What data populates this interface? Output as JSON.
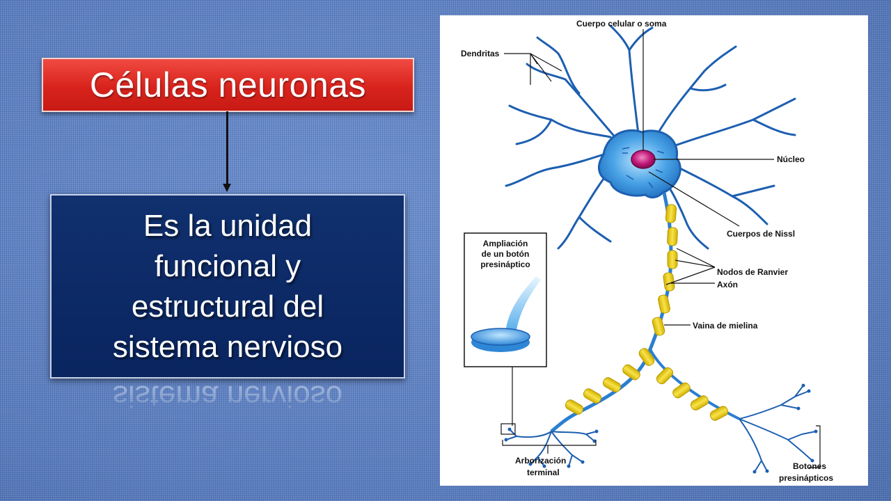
{
  "slide": {
    "title": "Células neuronas",
    "definition_lines": [
      "Es la unidad",
      "funcional y",
      "estructural del",
      "sistema nervioso"
    ],
    "reflection": "sistema nervioso"
  },
  "diagram": {
    "labels": {
      "soma": "Cuerpo celular o soma",
      "dendritas": "Dendritas",
      "nucleo": "Núcleo",
      "nissl": "Cuerpos de Nissl",
      "ranvier": "Nodos de Ranvier",
      "axon": "Axón",
      "mielina": "Vaina de mielina",
      "ampliacion_1": "Ampliación",
      "ampliacion_2": "de un botón",
      "ampliacion_3": "presináptico",
      "arbor_1": "Arborización",
      "arbor_2": "terminal",
      "botones_1": "Botones",
      "botones_2": "presinápticos"
    }
  },
  "colors": {
    "title_red": "#d8231c",
    "definition_navy": "#0a2560",
    "neuron_blue": "#2e86d6",
    "myelin_yellow": "#f2d21a",
    "nucleus_magenta": "#c2187a"
  }
}
